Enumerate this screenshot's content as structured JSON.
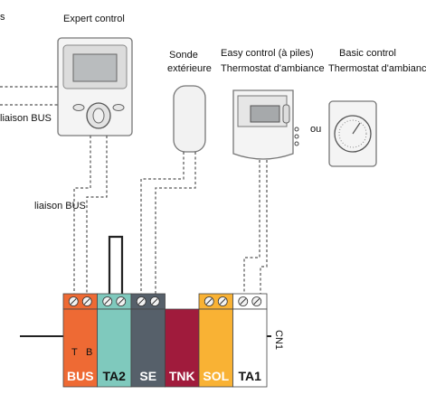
{
  "labels": {
    "corner_fragment": "s",
    "expert_control": "Expert control",
    "sonde_line1": "Sonde",
    "sonde_line2": "extérieure",
    "easy_control": "Easy control (à piles)",
    "basic_control": "Basic control",
    "thermostat_1": "Thermostat d'ambiance",
    "thermostat_2": "Thermostat d'ambiance",
    "liaison_bus_1": "liaison BUS",
    "liaison_bus_2": "liaison BUS",
    "ou": "ou",
    "connector": "CN1"
  },
  "terminals": [
    {
      "label": "BUS",
      "sub_t": "T",
      "sub_b": "B",
      "color": "#ee6a34",
      "text_color": "#ffffff"
    },
    {
      "label": "TA2",
      "color": "#7fc9bd",
      "text_color": "#111111"
    },
    {
      "label": "SE",
      "color": "#56606a",
      "text_color": "#ffffff"
    },
    {
      "label": "TNK",
      "color": "#a01b3c",
      "text_color": "#ffffff"
    },
    {
      "label": "SOL",
      "color": "#f9b234",
      "text_color": "#ffffff"
    },
    {
      "label": "TA1",
      "color": "#ffffff",
      "text_color": "#111111"
    }
  ]
}
